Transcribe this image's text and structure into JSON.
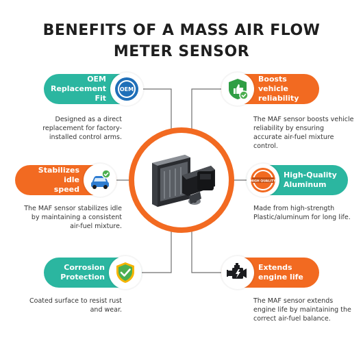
{
  "title": {
    "line1": "BENEFITS OF A MASS AIR FLOW",
    "line2": "METER SENSOR"
  },
  "colors": {
    "teal": "#2bb6a0",
    "orange": "#f26a21",
    "connector": "#6f6f6f"
  },
  "benefits": [
    {
      "label_line1": "OEM",
      "label_line2": "Replacement Fit",
      "description": [
        "Designed as a direct",
        "replacement for factory-",
        "installed control arms."
      ],
      "icon": "oem-badge-icon",
      "badge_text": "OEM",
      "color": "teal"
    },
    {
      "label_line1": "Boosts vehicle",
      "label_line2": "reliability",
      "description": [
        "The MAF sensor boosts vehicle",
        "reliability by ensuring",
        "accurate air-fuel mixture",
        "control."
      ],
      "icon": "shield-thumbs-up-icon",
      "color": "orange"
    },
    {
      "label_line1": "Stabilizes idle",
      "label_line2": "speed",
      "description": [
        "The MAF sensor stabilizes idle",
        "by maintaining a consistent",
        "air-fuel mixture."
      ],
      "icon": "car-check-icon",
      "color": "orange"
    },
    {
      "label_line1": "High-Quality",
      "label_line2": "Aluminum",
      "description": [
        "Made from high-strength",
        "Plastic/aluminum for long life."
      ],
      "icon": "high-quality-seal-icon",
      "badge_text": "HIGH QUALITY",
      "color": "teal"
    },
    {
      "label_line1": "Corrosion",
      "label_line2": "Protection",
      "description": [
        "Coated surface to resist rust",
        "and wear."
      ],
      "icon": "shield-check-icon",
      "color": "teal"
    },
    {
      "label_line1": "Extends",
      "label_line2": "engine life",
      "description": [
        "The MAF sensor extends",
        "engine life by maintaining the",
        "correct air-fuel balance."
      ],
      "icon": "engine-icon",
      "color": "orange"
    }
  ],
  "center": {
    "image": "maf-sensor-product-image"
  }
}
